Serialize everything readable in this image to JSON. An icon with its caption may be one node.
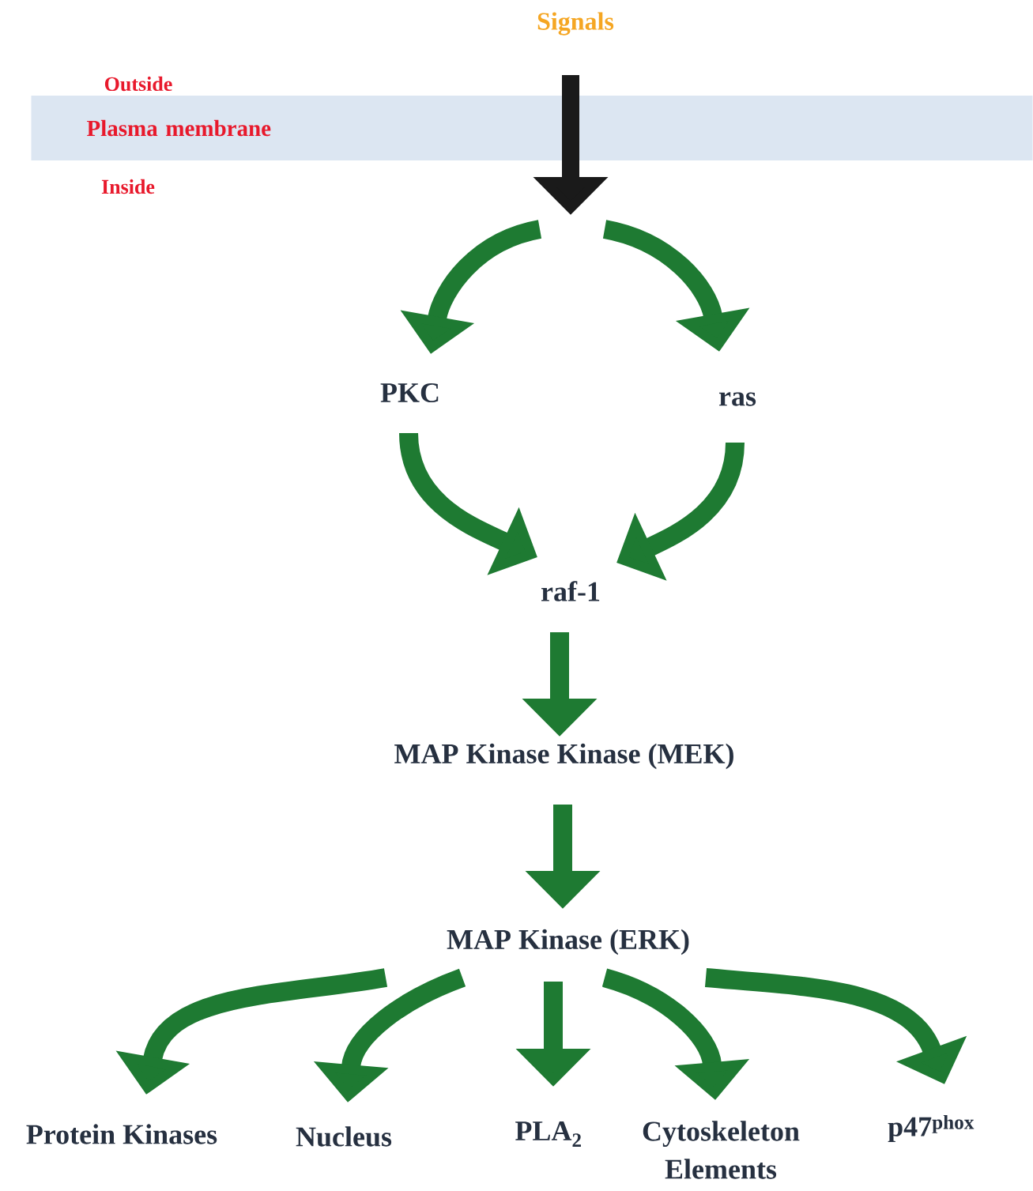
{
  "diagram": {
    "nodes": [
      {
        "text": [
          "Signals"
        ]
      },
      {
        "text": [
          "Plasma membrane"
        ],
        "beside": [
          "Outside",
          "Inside"
        ]
      },
      {
        "text": [
          "PKC"
        ]
      },
      {
        "text": [
          "ras"
        ]
      },
      {
        "text": [
          "raf-1"
        ]
      },
      {
        "text": [
          "MAP Kinase Kinase (MEK)"
        ]
      },
      {
        "text": [
          "MAP Kinase (ERK)"
        ]
      },
      {
        "text": [
          "Protein Kinases"
        ]
      },
      {
        "text": [
          "Nucleus"
        ]
      },
      {
        "text": [
          "PLA$_{2}$"
        ]
      },
      {
        "text": [
          "Cytoskeleton Elements"
        ]
      },
      {
        "text": [
          "p47$^{phox}$"
        ]
      }
    ],
    "edges": [
      {
        "from": 0,
        "to": null,
        "arrow": "to",
        "color": "#1a1a1a"
      },
      {
        "from": null,
        "to": 2,
        "arrow": "to"
      },
      {
        "from": null,
        "to": 3,
        "arrow": "to"
      },
      {
        "from": 2,
        "to": 4,
        "arrow": "to"
      },
      {
        "from": 3,
        "to": 4,
        "arrow": "to"
      },
      {
        "from": 4,
        "to": 5,
        "arrow": "to"
      },
      {
        "from": 5,
        "to": 6,
        "arrow": "to"
      },
      {
        "from": 6,
        "to": 7,
        "arrow": "to"
      },
      {
        "from": 6,
        "to": 8,
        "arrow": "to"
      },
      {
        "from": 6,
        "to": 9,
        "arrow": "to"
      },
      {
        "from": 6,
        "to": 10,
        "arrow": "to"
      },
      {
        "from": 6,
        "to": 11,
        "arrow": "to"
      }
    ]
  }
}
